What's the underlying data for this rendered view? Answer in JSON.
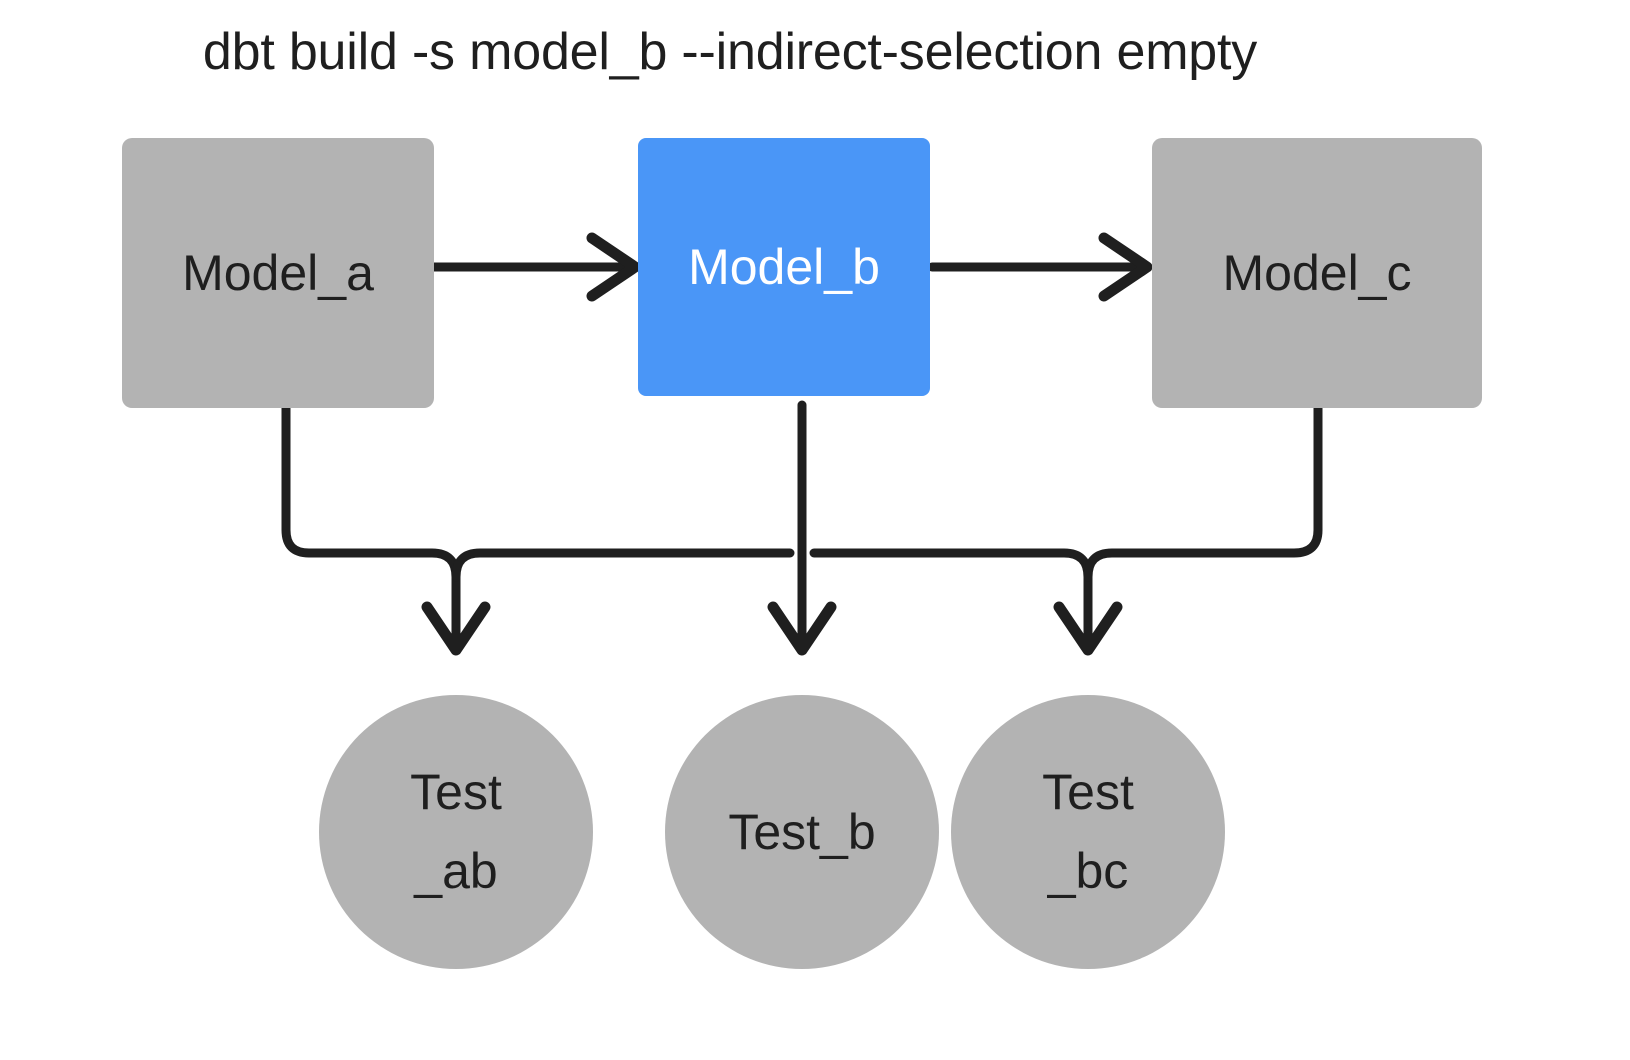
{
  "title": "dbt build -s model_b --indirect-selection empty",
  "colors": {
    "background": "#ffffff",
    "node_gray": "#b3b3b3",
    "node_selected_blue": "#4a96f7",
    "edge_black": "#1f1f1f",
    "text_dark": "#1f1f1f",
    "text_light": "#ffffff"
  },
  "models": [
    {
      "id": "model_a",
      "label": "Model_a",
      "shape": "rectangle",
      "fill": "#b3b3b3",
      "text_color": "#1f1f1f",
      "selected": false
    },
    {
      "id": "model_b",
      "label": "Model_b",
      "shape": "rectangle",
      "fill": "#4a96f7",
      "text_color": "#ffffff",
      "selected": true
    },
    {
      "id": "model_c",
      "label": "Model_c",
      "shape": "rectangle",
      "fill": "#b3b3b3",
      "text_color": "#1f1f1f",
      "selected": false
    }
  ],
  "tests": [
    {
      "id": "test_ab",
      "label": "Test_ab",
      "line1": "Test",
      "line2": "_ab",
      "shape": "circle",
      "fill": "#b3b3b3",
      "text_color": "#1f1f1f"
    },
    {
      "id": "test_b",
      "label": "Test_b",
      "line1": "Test_b",
      "line2": "",
      "shape": "circle",
      "fill": "#b3b3b3",
      "text_color": "#1f1f1f"
    },
    {
      "id": "test_bc",
      "label": "Test_bc",
      "line1": "Test",
      "line2": "_bc",
      "shape": "circle",
      "fill": "#b3b3b3",
      "text_color": "#1f1f1f"
    }
  ],
  "edges": [
    {
      "id": "edge-model-a-to-model-b",
      "from": "model_a",
      "to": "model_b",
      "style": "arrow-right"
    },
    {
      "id": "edge-model-b-to-model-c",
      "from": "model_b",
      "to": "model_c",
      "style": "arrow-right"
    },
    {
      "id": "edge-model-a-to-test-ab",
      "from": "model_a",
      "to": "test_ab",
      "style": "elbow-down"
    },
    {
      "id": "edge-model-b-to-test-ab",
      "from": "model_b",
      "to": "test_ab",
      "style": "elbow-down"
    },
    {
      "id": "edge-model-b-to-test-b",
      "from": "model_b",
      "to": "test_b",
      "style": "straight-down"
    },
    {
      "id": "edge-model-b-to-test-bc",
      "from": "model_b",
      "to": "test_bc",
      "style": "elbow-down"
    },
    {
      "id": "edge-model-c-to-test-bc",
      "from": "model_c",
      "to": "test_bc",
      "style": "elbow-down"
    }
  ]
}
